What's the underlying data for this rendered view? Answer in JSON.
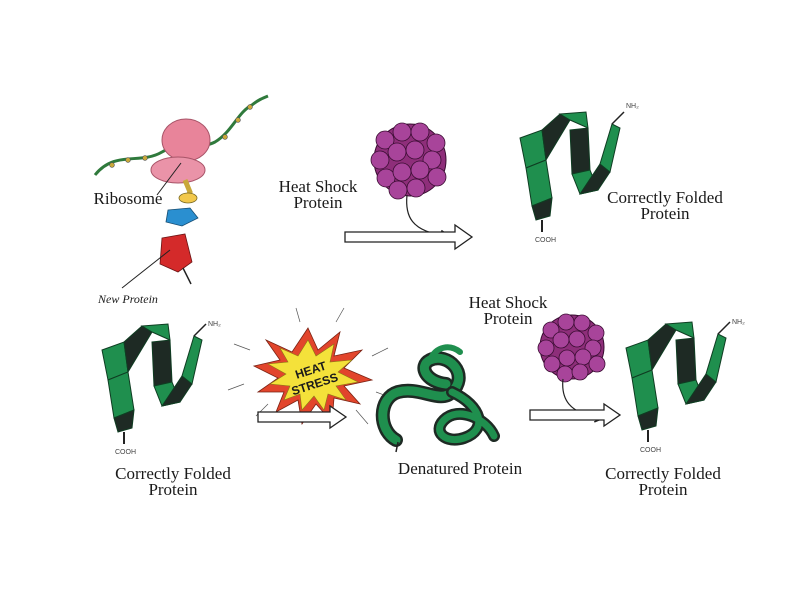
{
  "labels": {
    "ribosome": "Ribosome",
    "new_protein": "New Protein",
    "hsp_top": [
      "Heat Shock",
      "Protein"
    ],
    "correct_top": [
      "Correctly Folded",
      "Protein"
    ],
    "correct_left": [
      "Correctly Folded",
      "Protein"
    ],
    "denatured": "Denatured Protein",
    "hsp_bottom": [
      "Heat Shock",
      "Protein"
    ],
    "correct_bottom_right": [
      "Correctly Folded",
      "Protein"
    ],
    "heat_stress": [
      "HEAT",
      "STRESS"
    ],
    "terminal_nh2": "NH₂",
    "terminal_cooh": "COOH"
  },
  "colors": {
    "ribosome": "#e8849a",
    "protein_green": "#1f8f4e",
    "protein_dark": "#1e2a24",
    "hsp_purple": "#8e2e7a",
    "chain_yellow": "#f2c84b",
    "segment_blue": "#2a8fd0",
    "segment_red": "#d42a2a",
    "burst_yellow": "#f4e13a",
    "burst_red": "#e2452c"
  }
}
